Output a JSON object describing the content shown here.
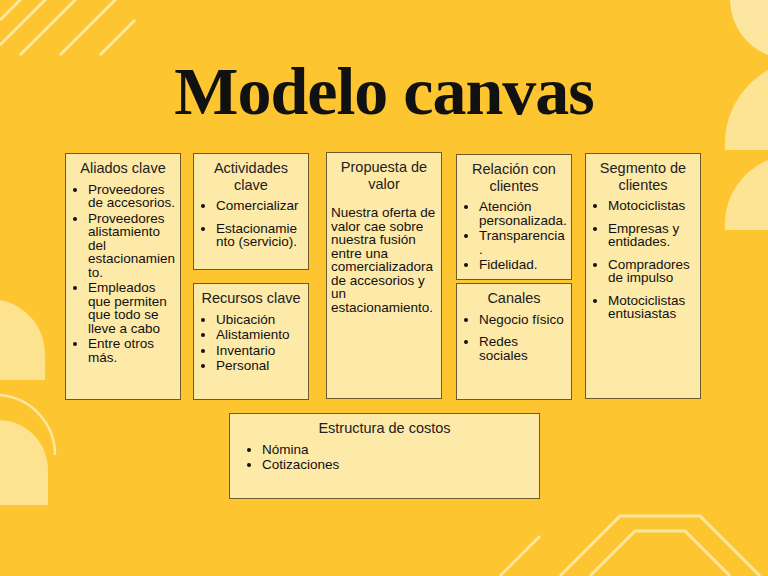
{
  "diagram": {
    "title": "Modelo canvas",
    "nodes": [
      {
        "text": [
          "Aliados clave",
          "Proveedores de accesorios.",
          "Proveedores alistamiento del estacionamiento.",
          "Empleados que permiten que todo se lleve a cabo",
          "Entre otros más."
        ]
      },
      {
        "text": [
          "Actividades clave",
          "Comercializar",
          "Estacionamiento (servicio)."
        ]
      },
      {
        "text": [
          "Propuesta de valor",
          "Nuestra oferta de valor cae sobre nuestra fusión entre una comercializadora de accesorios y un estacionamiento."
        ]
      },
      {
        "text": [
          "Relación con clientes",
          "Atención personalizada.",
          "Transparencia.",
          "Fidelidad."
        ]
      },
      {
        "text": [
          "Segmento de clientes",
          "Motociclistas",
          "Empresas y entidades.",
          "Compradores de impulso",
          "Motociclistas entusiastas"
        ]
      },
      {
        "text": [
          "Recursos clave",
          "Ubicación",
          "Alistamiento",
          "Inventario",
          "Personal"
        ]
      },
      {
        "text": [
          "Canales",
          "Negocio físico",
          "Redes sociales"
        ]
      },
      {
        "text": [
          "Estructura de costos",
          "Nómina",
          "Cotizaciones"
        ]
      }
    ]
  }
}
